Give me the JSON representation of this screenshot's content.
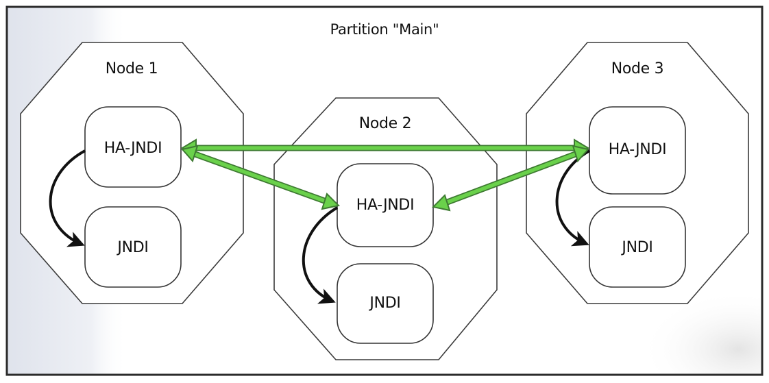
{
  "partition": {
    "title": "Partition \"Main\""
  },
  "nodes": [
    {
      "label": "Node 1",
      "ha": "HA-JNDI",
      "jndi": "JNDI"
    },
    {
      "label": "Node 2",
      "ha": "HA-JNDI",
      "jndi": "JNDI"
    },
    {
      "label": "Node 3",
      "ha": "HA-JNDI",
      "jndi": "JNDI"
    }
  ],
  "colors": {
    "replication_fill": "#6ad14b",
    "replication_outline": "#3e7a32",
    "lookup_arrow": "#111111",
    "border": "#2b2b2b"
  }
}
